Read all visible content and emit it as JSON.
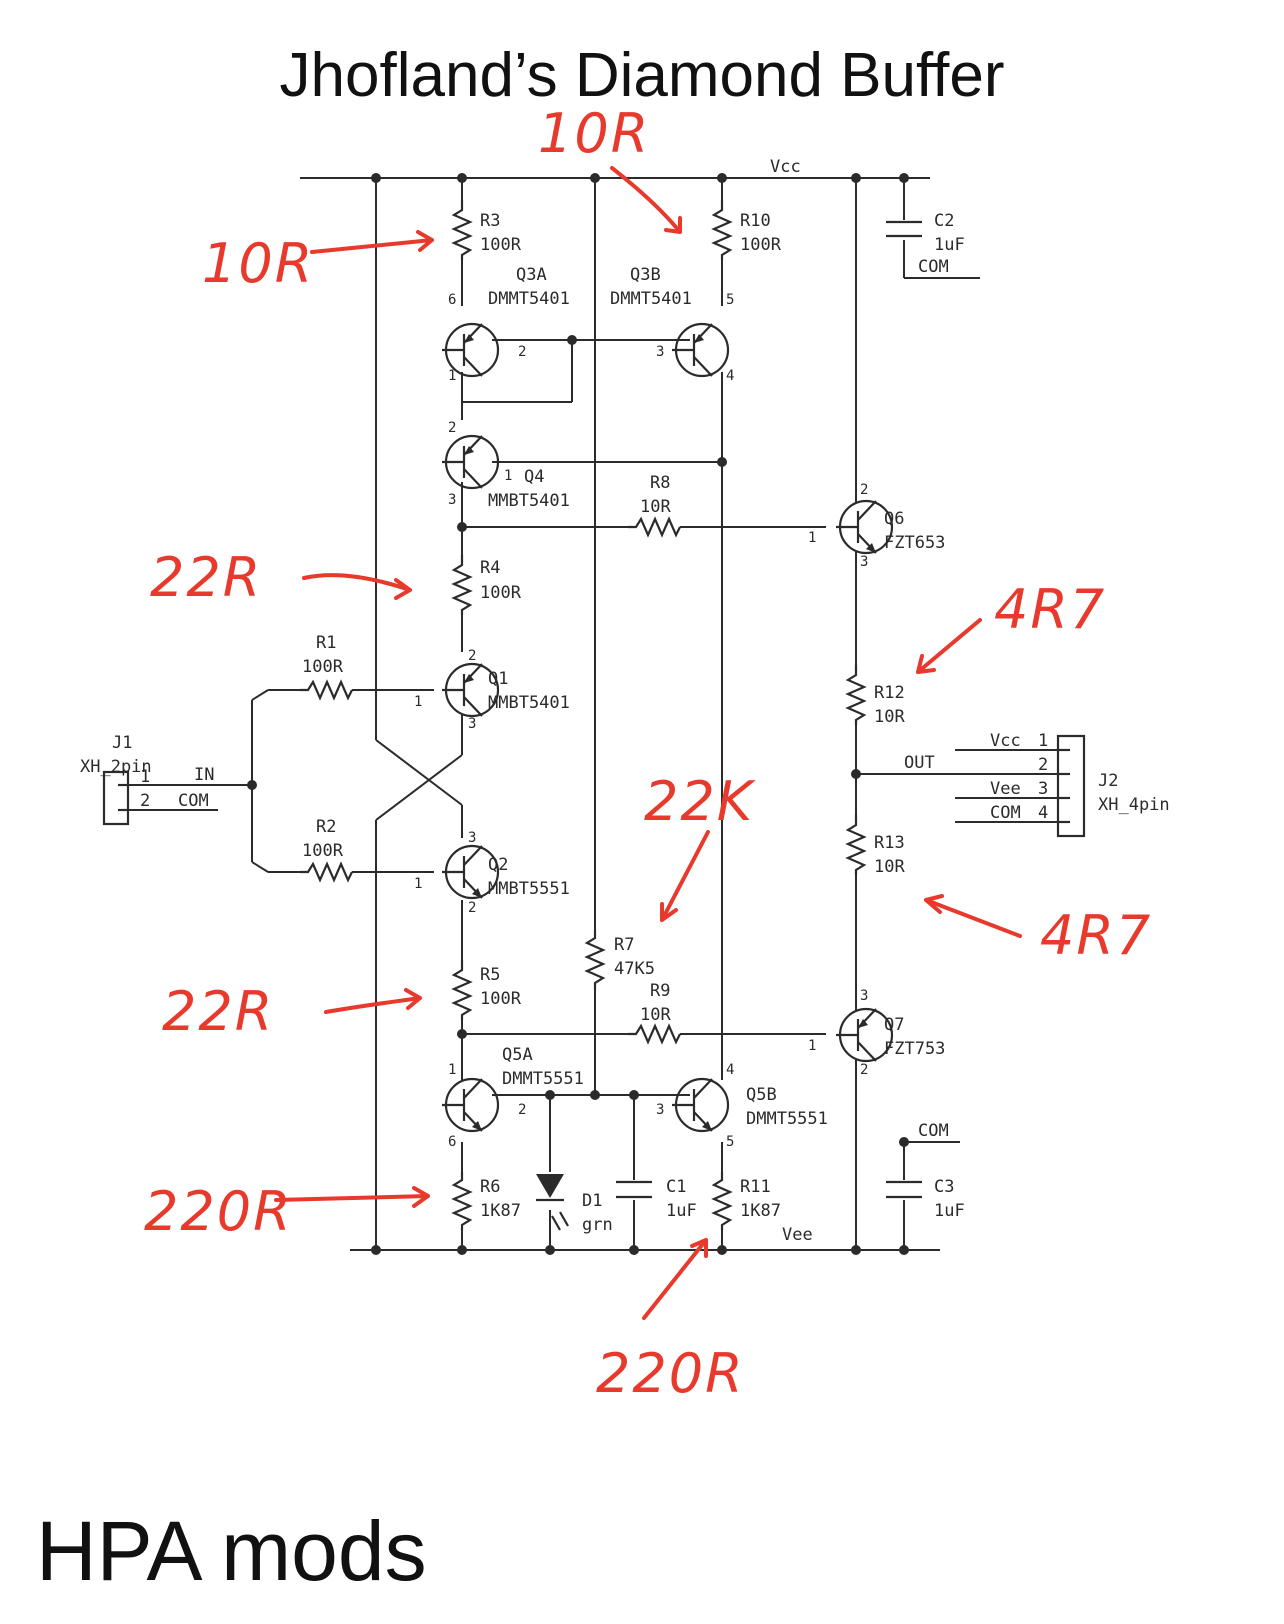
{
  "title": "Jhofland’s Diamond Buffer",
  "footer": "HPA mods",
  "nets": {
    "vcc": "Vcc",
    "vee": "Vee",
    "com_c2": "COM",
    "com_c3": "COM",
    "out": "OUT",
    "in": "IN",
    "com_in": "COM"
  },
  "components": {
    "R3": {
      "ref": "R3",
      "value": "100R"
    },
    "R10": {
      "ref": "R10",
      "value": "100R"
    },
    "C2": {
      "ref": "C2",
      "value": "1uF"
    },
    "Q3A": {
      "ref": "Q3A",
      "part": "DMMT5401"
    },
    "Q3B": {
      "ref": "Q3B",
      "part": "DMMT5401"
    },
    "Q4": {
      "ref": "Q4",
      "part": "MMBT5401"
    },
    "R8": {
      "ref": "R8",
      "value": "10R"
    },
    "Q6": {
      "ref": "Q6",
      "part": "FZT653"
    },
    "R4": {
      "ref": "R4",
      "value": "100R"
    },
    "R1": {
      "ref": "R1",
      "value": "100R"
    },
    "Q1": {
      "ref": "Q1",
      "part": "MMBT5401"
    },
    "R12": {
      "ref": "R12",
      "value": "10R"
    },
    "J1": {
      "ref": "J1",
      "part": "XH_2pin",
      "pin1": "1",
      "pin2": "2"
    },
    "J2": {
      "ref": "J2",
      "part": "XH_4pin",
      "pins": [
        {
          "name": "Vcc",
          "num": "1"
        },
        {
          "name": "",
          "num": "2"
        },
        {
          "name": "Vee",
          "num": "3"
        },
        {
          "name": "COM",
          "num": "4"
        }
      ]
    },
    "R2": {
      "ref": "R2",
      "value": "100R"
    },
    "Q2": {
      "ref": "Q2",
      "part": "MMBT5551"
    },
    "R13": {
      "ref": "R13",
      "value": "10R"
    },
    "R7": {
      "ref": "R7",
      "value": "47K5"
    },
    "R9": {
      "ref": "R9",
      "value": "10R"
    },
    "R5": {
      "ref": "R5",
      "value": "100R"
    },
    "Q7": {
      "ref": "Q7",
      "part": "FZT753"
    },
    "Q5A": {
      "ref": "Q5A",
      "part": "DMMT5551"
    },
    "Q5B": {
      "ref": "Q5B",
      "part": "DMMT5551"
    },
    "C3": {
      "ref": "C3",
      "value": "1uF"
    },
    "R6": {
      "ref": "R6",
      "value": "1K87"
    },
    "D1": {
      "ref": "D1",
      "value": "grn"
    },
    "C1": {
      "ref": "C1",
      "value": "1uF"
    },
    "R11": {
      "ref": "R11",
      "value": "1K87"
    }
  },
  "pin_numbers": {
    "q3a_c": "6",
    "q3a_b": "2",
    "q3a_e": "1",
    "q3b_e": "5",
    "q3b_b": "3",
    "q3b_c": "4",
    "q4_e": "2",
    "q4_b": "1",
    "q4_c": "3",
    "q6_c": "2",
    "q6_b": "1",
    "q6_e": "3",
    "q1_e": "2",
    "q1_b": "1",
    "q1_c": "3",
    "q2_c": "3",
    "q2_b": "1",
    "q2_e": "2",
    "q7_e": "3",
    "q7_b": "1",
    "q7_c": "2",
    "q5a_c": "1",
    "q5a_b": "2",
    "q5a_e": "6",
    "q5b_c": "4",
    "q5b_b": "3",
    "q5b_e": "5"
  },
  "annotations": {
    "r10": "10R",
    "r3": "10R",
    "r4": "22R",
    "r12": "4R7",
    "r7": "22K",
    "r13": "4R7",
    "r5": "22R",
    "r6": "220R",
    "r11": "220R"
  },
  "colors": {
    "ink": "#2b2b2b",
    "annotation": "#e8392d",
    "background": "#ffffff"
  }
}
